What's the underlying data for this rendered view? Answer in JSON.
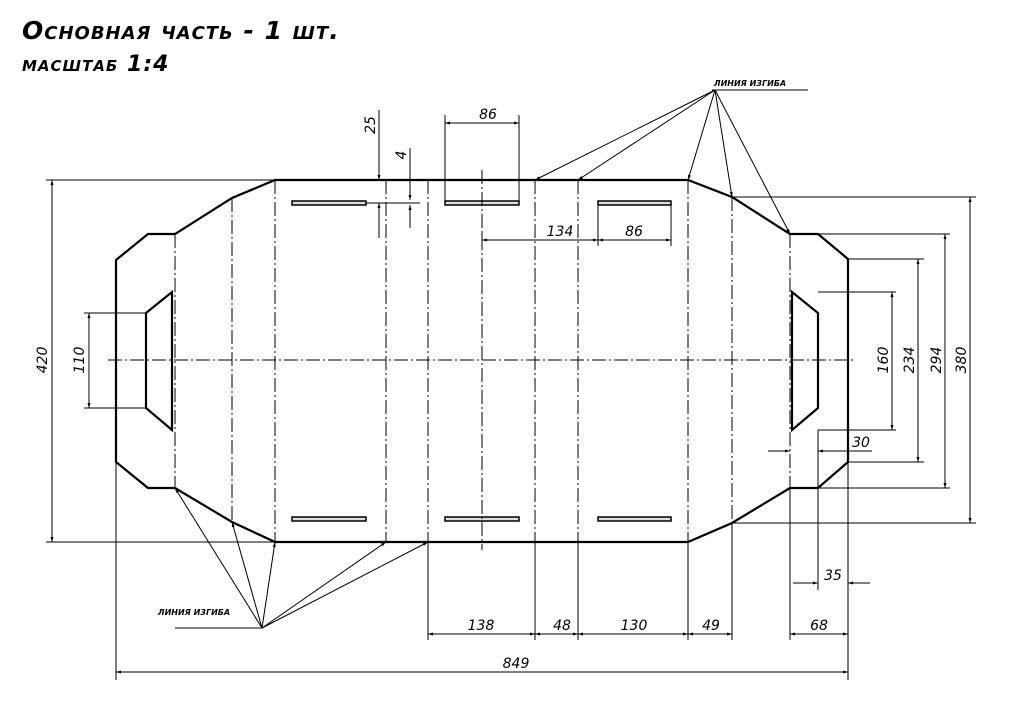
{
  "header": {
    "title": "Основная часть - 1 шт.",
    "scale": "масштаб 1:4"
  },
  "labels": {
    "bend_line_top": "ЛИНИЯ ИЗГИБА",
    "bend_line_bottom": "ЛИНИЯ ИЗГИБА"
  },
  "dimensions": {
    "height_total": "420",
    "left_window": "110",
    "slot_offset": "25",
    "slot_width": "4",
    "slot_length_top": "86",
    "slot_spacing": "134",
    "slot_length_right": "86",
    "right_window": "160",
    "right_flap_inner": "234",
    "right_flap_outer": "294",
    "right_section": "380",
    "window_depth": "30",
    "flap_depth": "35",
    "seg_138": "138",
    "seg_48": "48",
    "seg_130": "130",
    "seg_49": "49",
    "seg_68": "68",
    "length_total": "849"
  }
}
